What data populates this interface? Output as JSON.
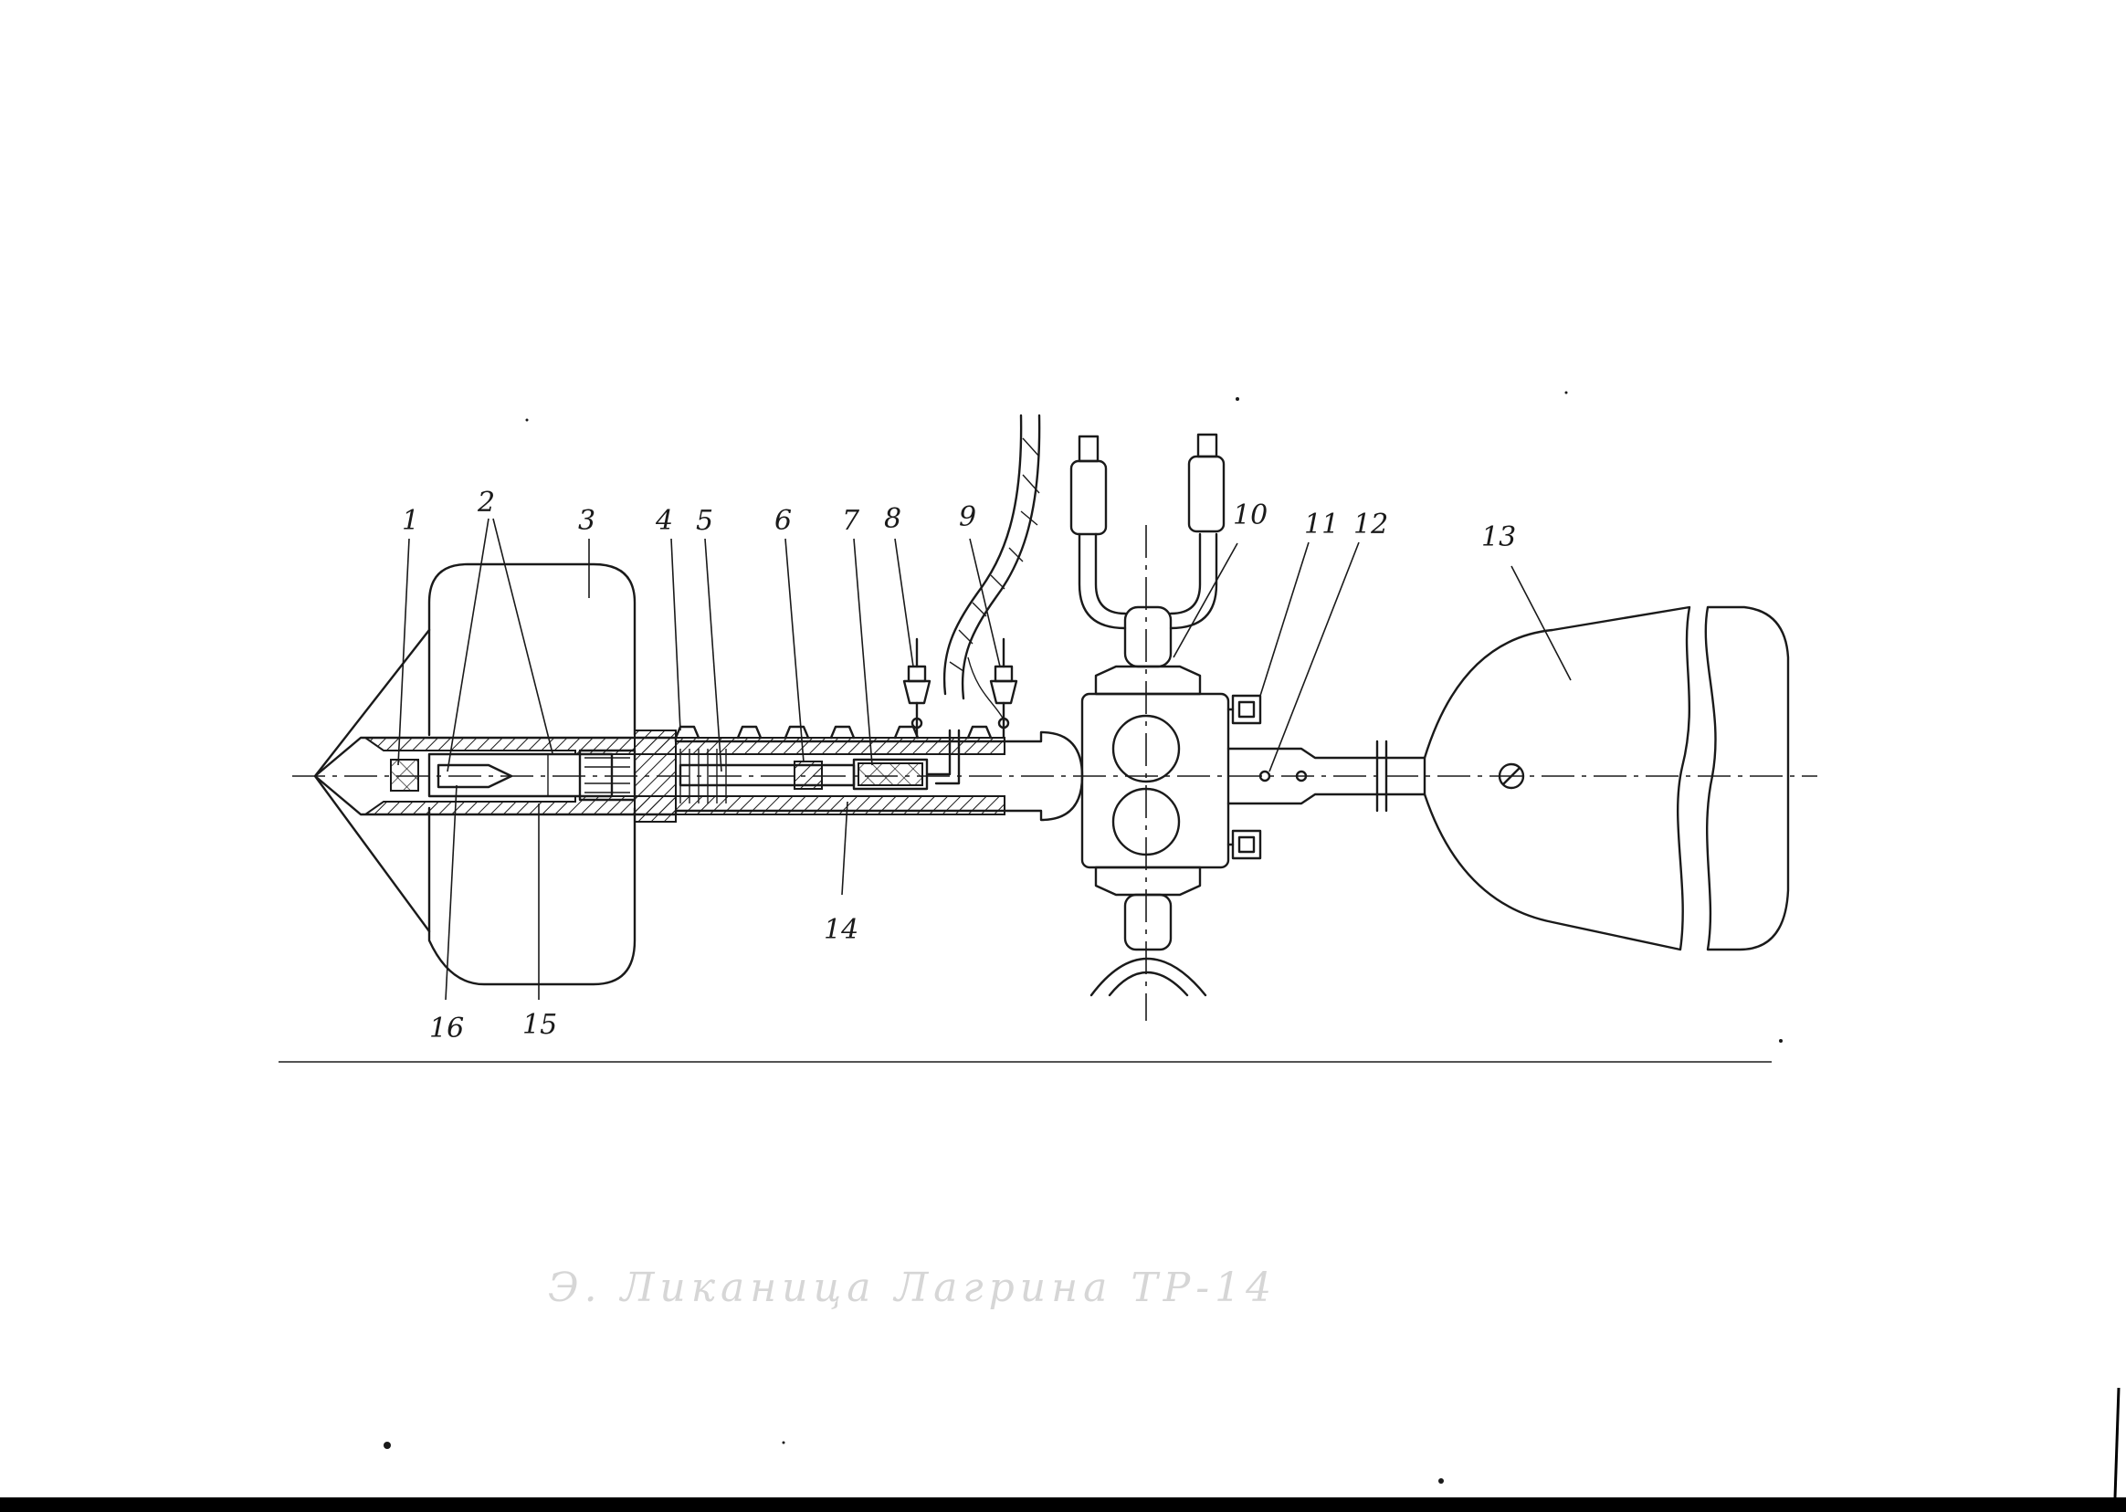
{
  "figure": {
    "callouts": [
      "1",
      "2",
      "3",
      "4",
      "5",
      "6",
      "7",
      "8",
      "9",
      "10",
      "11",
      "12",
      "13",
      "14",
      "15",
      "16"
    ],
    "caption": "Э. Ликаница Лагрина ТР-14"
  },
  "colors": {
    "ink": "#1a1a1a",
    "hatch": "#1a1a1a",
    "paper": "#ffffff",
    "faint_text": "#d6d6d6",
    "scan_border": "#000000"
  }
}
